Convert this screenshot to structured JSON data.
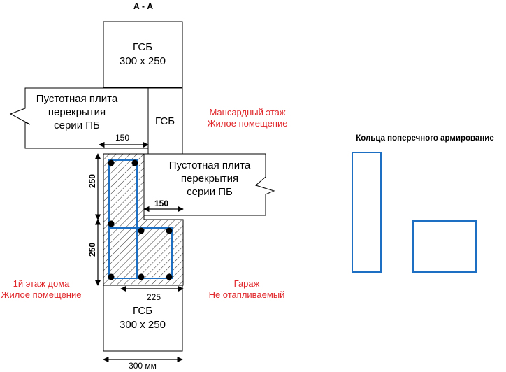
{
  "section_title": "А - А",
  "blocks": {
    "top": {
      "line1": "ГСБ",
      "line2": "300 х 250"
    },
    "middle": {
      "label": "ГСБ"
    },
    "bottom": {
      "line1": "ГСБ",
      "line2": "300 х 250"
    }
  },
  "slabs": {
    "left": {
      "line1": "Пустотная плита",
      "line2": "перекрытия",
      "line3": "серии ПБ"
    },
    "right": {
      "line1": "Пустотная плита",
      "line2": "перекрытия",
      "line3": "серии ПБ"
    }
  },
  "dimensions": {
    "left_bearing": "150",
    "right_bearing": "150",
    "upper_height": "250",
    "lower_height": "250",
    "core_width": "225",
    "total_width": "300 мм"
  },
  "annotations": {
    "attic_line1": "Мансардный этаж",
    "attic_line2": "Жилое помещение",
    "floor1_line1": "1й этаж дома",
    "floor1_line2": "Жилое помещение",
    "garage_line1": "Гараж",
    "garage_line2": "Не отапливаемый"
  },
  "rings": {
    "title": "Кольца поперечного армирование"
  },
  "colors": {
    "rebar": "#1c6fc2",
    "annotation": "#e0272b",
    "outline": "#000000"
  }
}
